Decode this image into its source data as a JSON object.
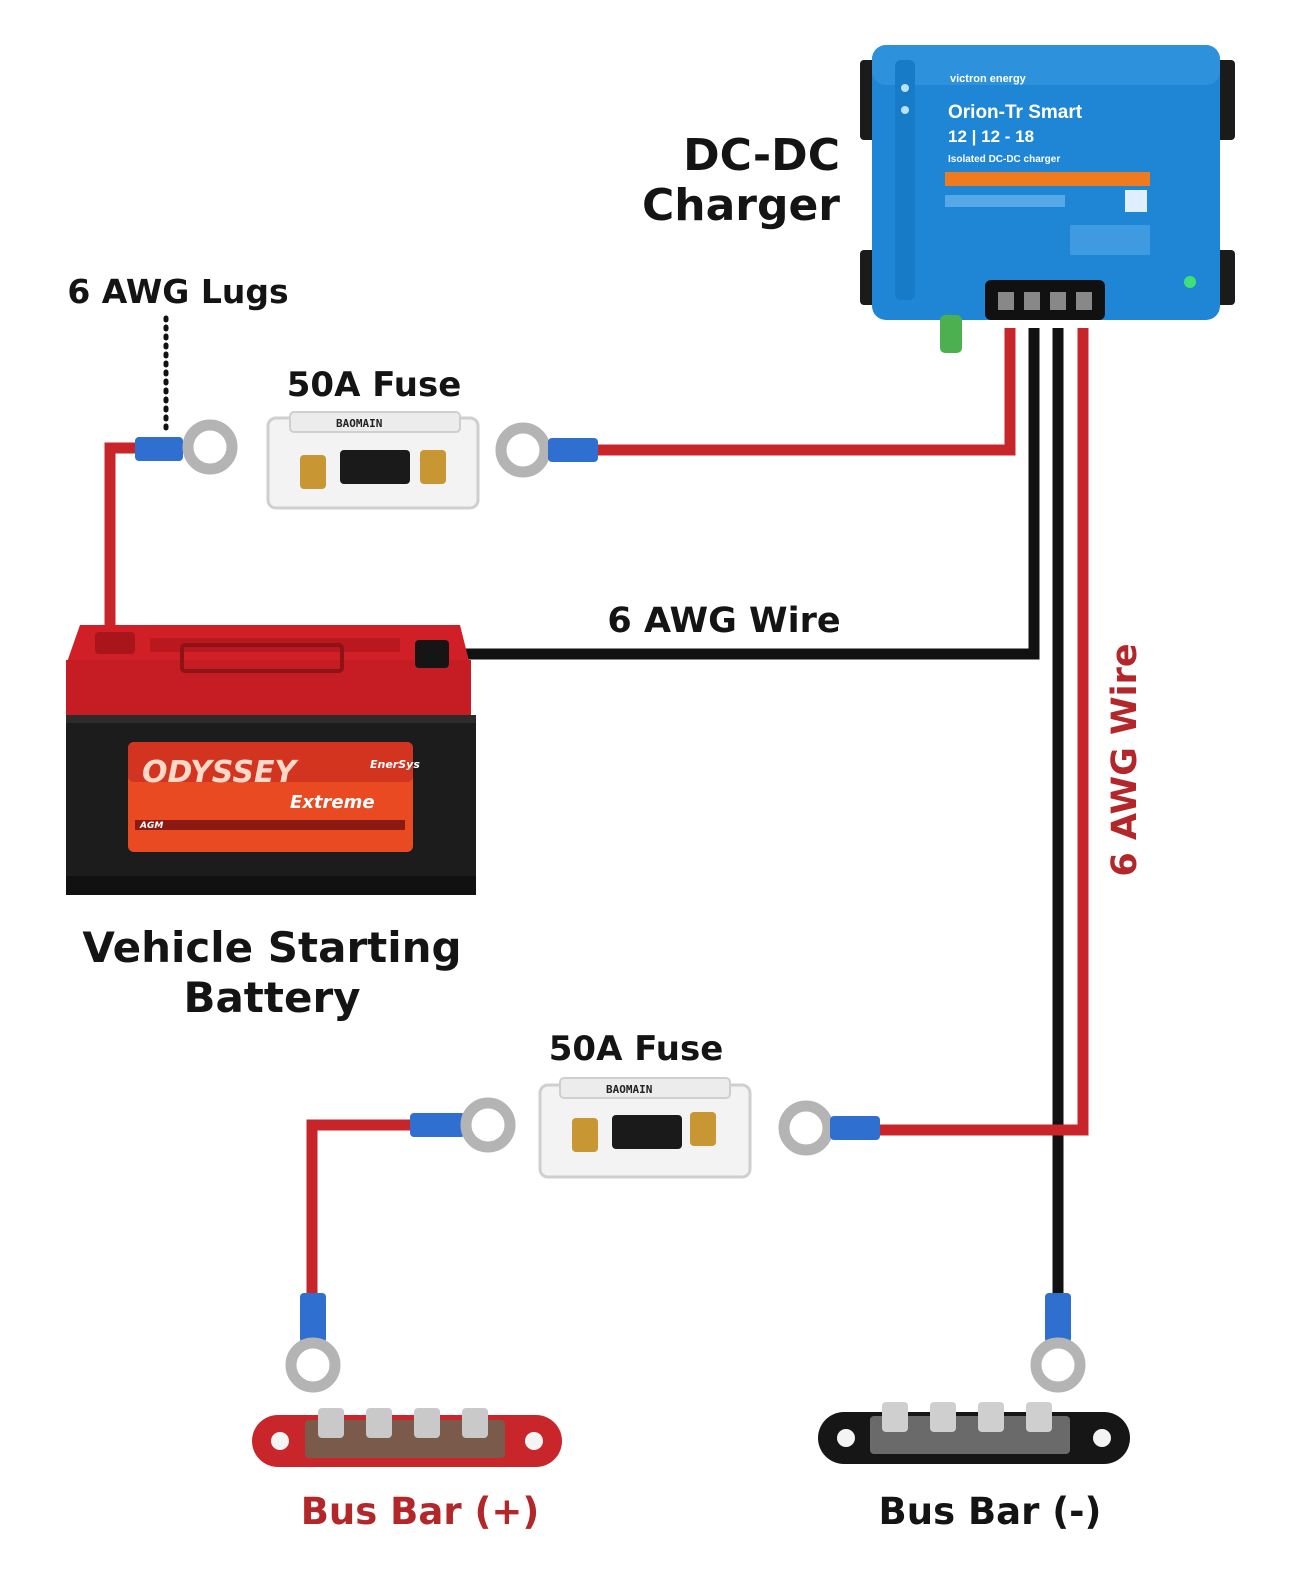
{
  "labels": {
    "dc_dc_line1": "DC-DC",
    "dc_dc_line2": "Charger",
    "lugs": "6 AWG Lugs",
    "fuse_top": "50A Fuse",
    "wire_horizontal": "6 AWG Wire",
    "wire_vertical": "6 AWG Wire",
    "battery_line1": "Vehicle Starting",
    "battery_line2": "Battery",
    "fuse_bottom": "50A Fuse",
    "busbar_pos": "Bus Bar (+)",
    "busbar_neg": "Bus Bar (-)"
  },
  "charger": {
    "brand": "victron energy",
    "model": "Orion-Tr Smart",
    "rating": "12 | 12 - 18",
    "subtitle": "Isolated DC-DC charger"
  },
  "fuse": {
    "brand": "BAOMAIN"
  },
  "battery": {
    "brand": "ODYSSEY",
    "series": "Extreme",
    "tag": "AGM",
    "maker": "EnerSys"
  },
  "colors": {
    "positive_wire": "#c8252b",
    "negative_wire": "#111111",
    "lug_sleeve": "#2f6fd0",
    "charger_body": "#1f86d6",
    "label_red": "#b3262a"
  }
}
